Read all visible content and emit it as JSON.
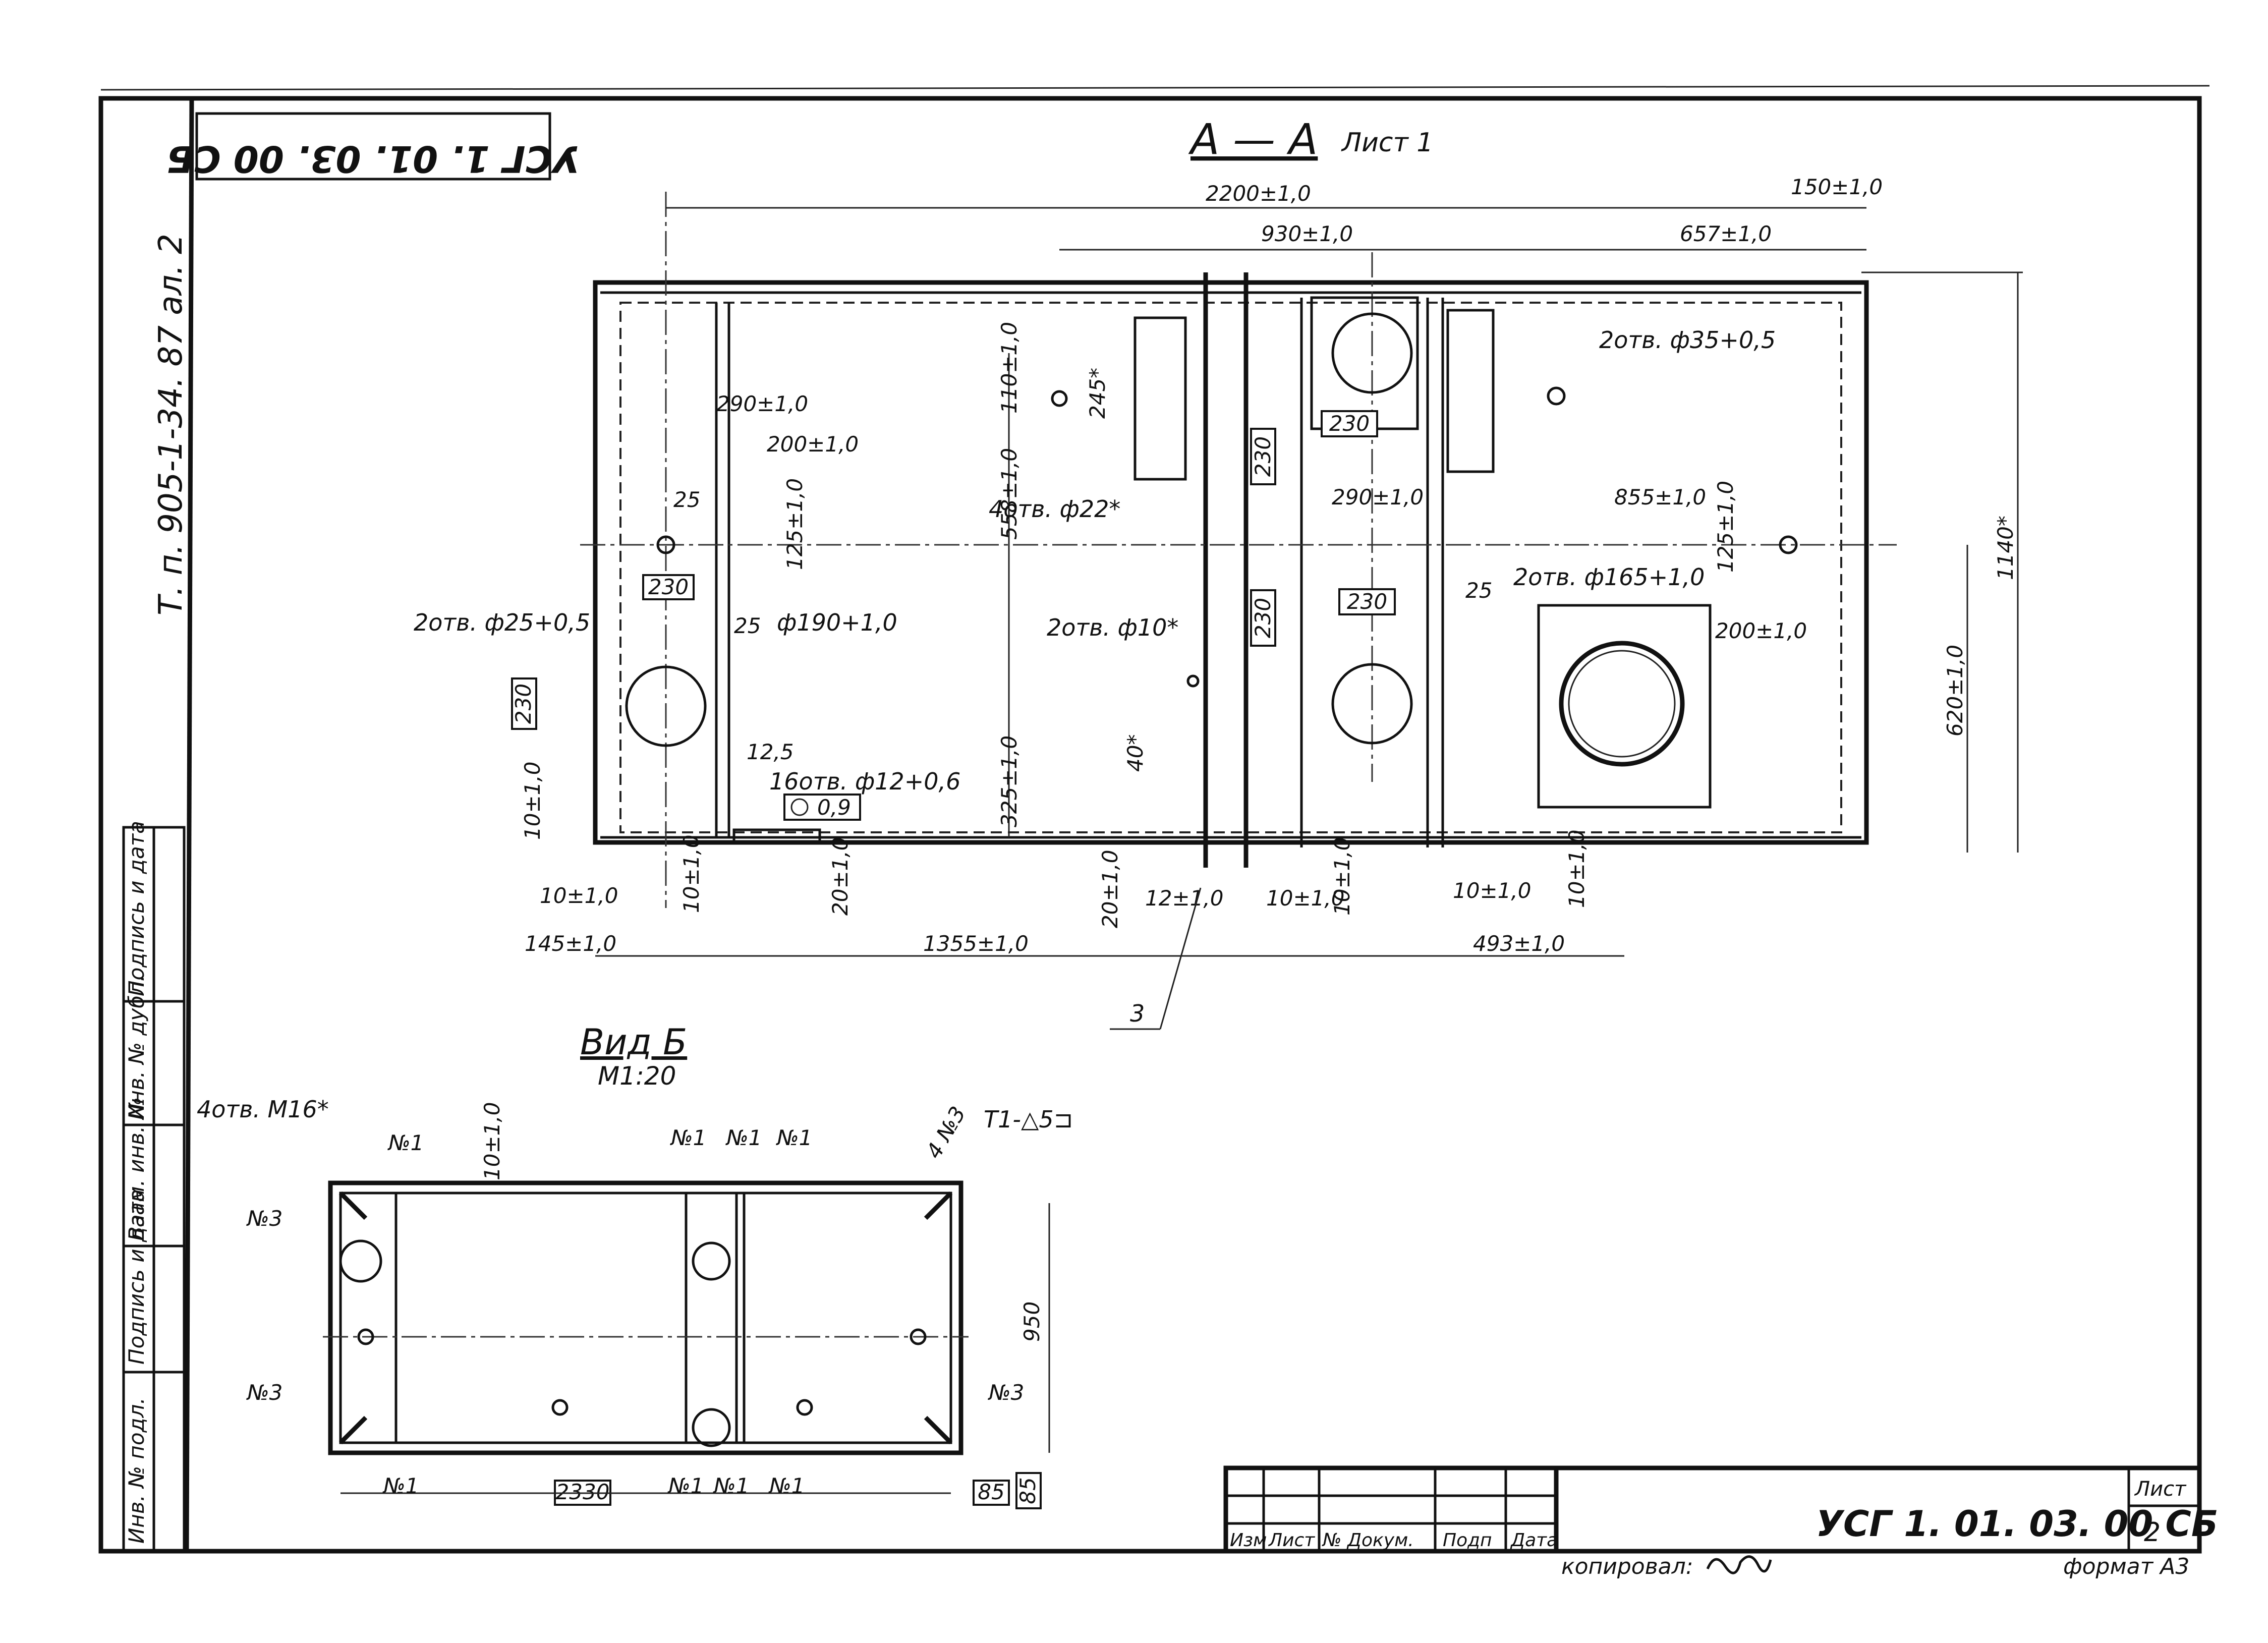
{
  "title_block": {
    "designation": "УСГ 1. 01. 03. 00 СБ",
    "sheet_label": "Лист",
    "sheet_number": "2",
    "copied_by_label": "копировал:",
    "format_label": "формат А3",
    "columns": [
      "Изм",
      "Лист",
      "№ Докум.",
      "Подп",
      "Дата"
    ]
  },
  "stamp_rotated": "УСГ 1. 01. 03. 00 СБ",
  "side_reference": "Т. п. 905-1-34. 87   ал. 2",
  "left_strip": [
    "Инв. № подл.",
    "Подпись и дата",
    "Взам. инв. №",
    "Инв. № дубл.",
    "Подпись и дата"
  ],
  "section_view": {
    "title": "А — А",
    "sheet_ref": "Лист 1",
    "dims": {
      "d2200": "2200±1,0",
      "d150": "150±1,0",
      "d930": "930±1,0",
      "d657": "657±1,0",
      "d290a": "290±1,0",
      "d200a": "200±1,0",
      "d125a": "125±1,0",
      "d110": "110±1,0",
      "d245": "245*",
      "d558": "558±1,0",
      "d325": "325±1,0",
      "d290b": "290±1,0",
      "d855": "855±1,0",
      "d125b": "125±1,0",
      "d200b": "200±1,0",
      "d620": "620±1,0",
      "d1140": "1140*",
      "d40": "40*",
      "d10a": "10±1,0",
      "d10b": "10±1,0",
      "d10c": "10±1,0",
      "d20a": "20±1,0",
      "d20b": "20±1,0",
      "d12": "12±1,0",
      "d10d": "10±1,0",
      "d10e": "10±1,0",
      "d10f": "10±1,0",
      "d10g": "10±1,0",
      "d145": "145±1,0",
      "d1355": "1355±1,0",
      "d493": "493±1,0",
      "b230a": "230",
      "b230b": "230",
      "b230c": "230",
      "b230d": "230",
      "b230e": "230",
      "b230f": "230",
      "r25a": "25",
      "r25b": "25",
      "r25c": "25",
      "r125": "12,5"
    },
    "notes": {
      "holes25": "2отв. ф25+0,5",
      "d190": "ф190+1,0",
      "holes12": "16отв. ф12+0,6",
      "flat": "0,9",
      "holes22": "4отв. ф22*",
      "holes10": "2отв. ф10*",
      "holes35": "2отв. ф35+0,5",
      "holes165": "2отв. ф165+1,0"
    },
    "callout": "3"
  },
  "view_b": {
    "title": "Вид Б",
    "scale": "М1:20",
    "holes_m16": "4отв. М16*",
    "weld": "Т1-△5⊐",
    "d10": "10±1,0",
    "d950": "950",
    "d2330": "2330",
    "d85a": "85",
    "d85b": "85",
    "n1": "№1",
    "n3": "№3",
    "n4n3": "4 №3"
  }
}
